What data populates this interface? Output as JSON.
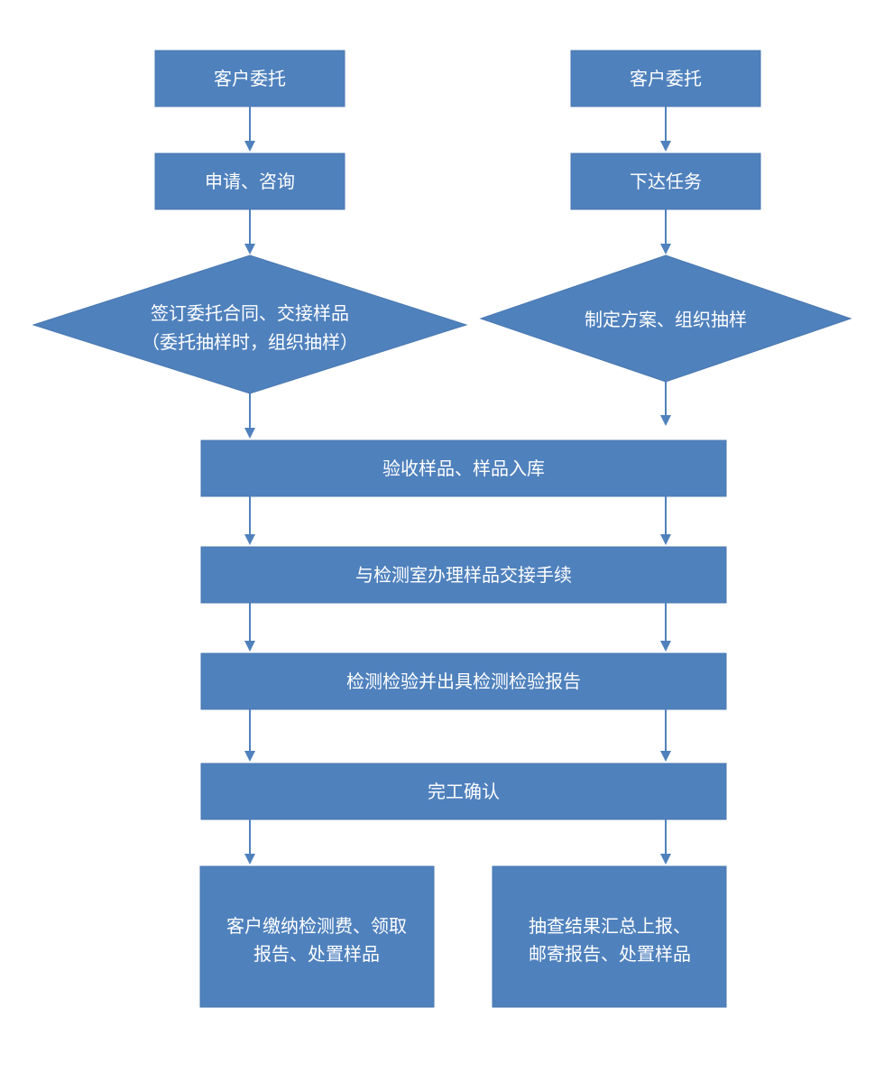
{
  "nodes": {
    "left_start": "客户委托",
    "left_apply": "申请、咨询",
    "left_contract_line1": "签订委托合同、交接样品",
    "left_contract_line2": "（委托抽样时，组织抽样）",
    "right_start": "客户委托",
    "right_task": "下达任务",
    "right_plan": "制定方案、组织抽样",
    "accept": "验收样品、样品入库",
    "handover": "与检测室办理样品交接手续",
    "inspect": "检测检验并出具检测检验报告",
    "confirm": "完工确认",
    "left_end_line1": "客户缴纳检测费、领取",
    "left_end_line2": "报告、处置样品",
    "right_end_line1": "抽查结果汇总上报、",
    "right_end_line2": "邮寄报告、处置样品"
  },
  "colors": {
    "fill": "#4f81bd",
    "text": "#ffffff"
  }
}
